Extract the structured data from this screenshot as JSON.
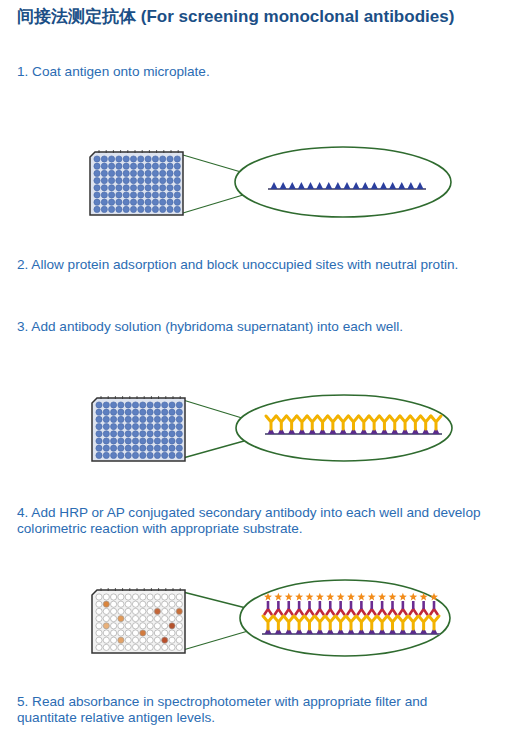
{
  "diagram": {
    "title": "间接法测定抗体 (For screening monoclonal antibodies)",
    "labels": [
      "1. Coat antigen onto microplate.",
      "2. Allow protein adsorption and block unoccupied sites with neutral protin.",
      "3. Add antibody solution (hybridoma supernatant) into each well.",
      "4. Add HRP or AP conjugated secondary antibody into each well and develop colorimetric reaction with appropriate substrate.",
      "5. Read absorbance in spectrophotometer with appropriate filter and quantitate relative antigen levels."
    ]
  }
}
